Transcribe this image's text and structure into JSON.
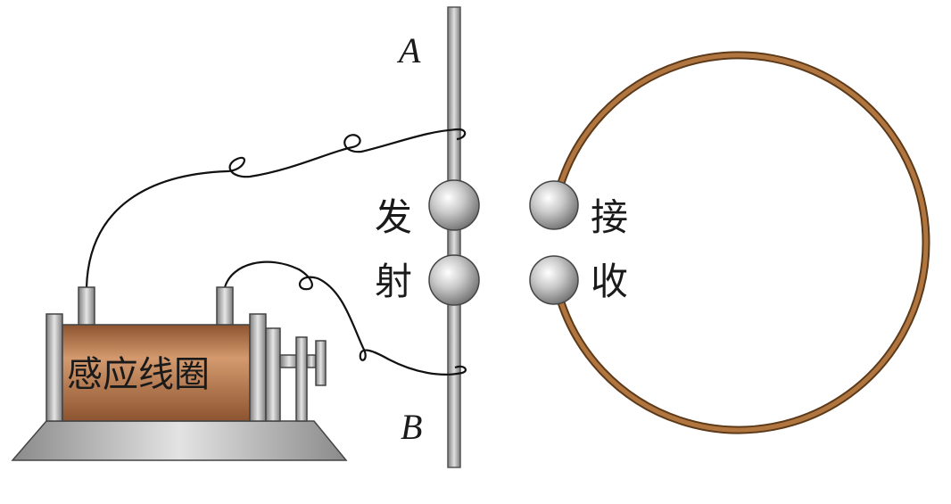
{
  "labels": {
    "point_a": "A",
    "point_b": "B",
    "transmit_top": "发",
    "transmit_bottom": "射",
    "receive_top": "接",
    "receive_bottom": "收",
    "coil": "感应线圈"
  },
  "colors": {
    "rod": "#9e9e9e",
    "ring": "#a56a34",
    "coil_body": "#b8744a",
    "base": "#b5b5b5",
    "wire": "#111111"
  }
}
